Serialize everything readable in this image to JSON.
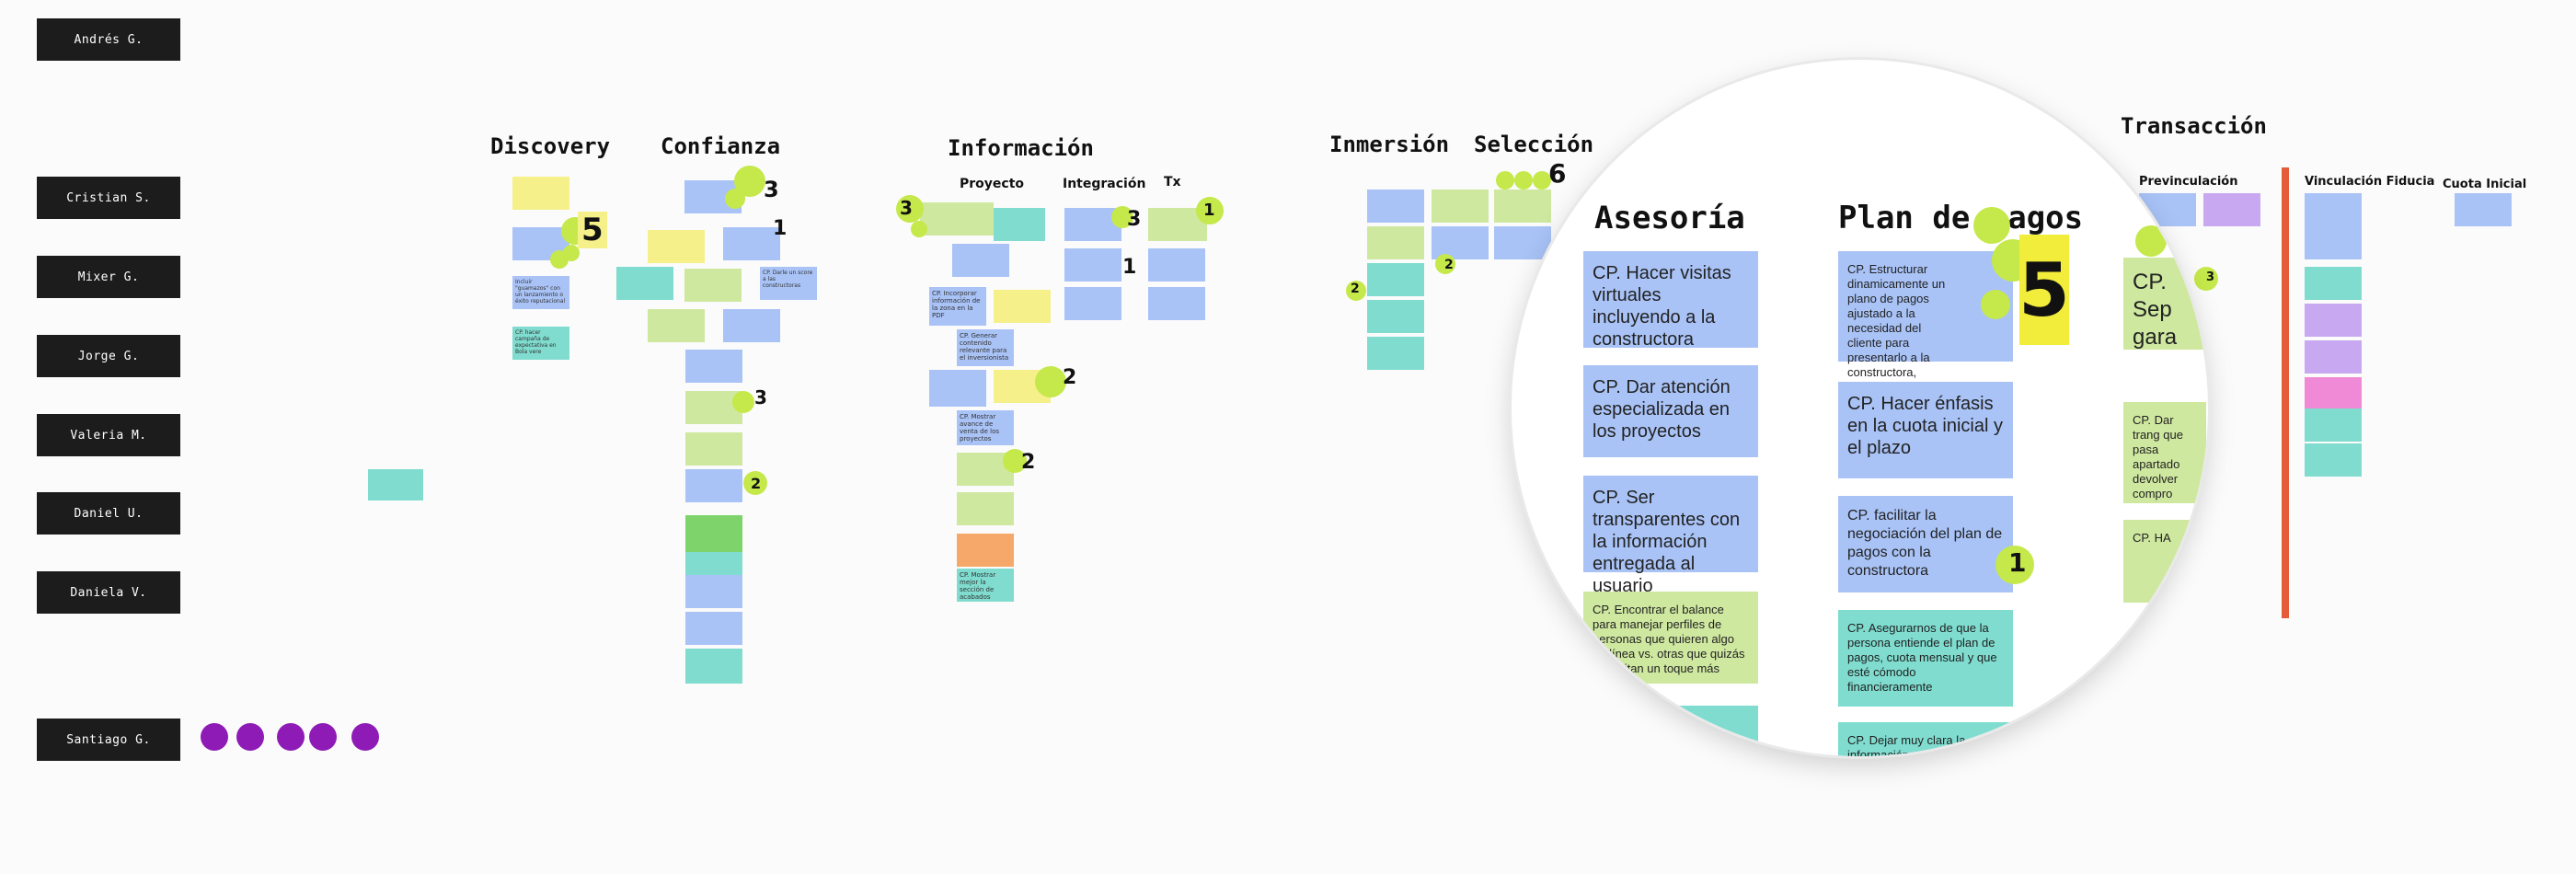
{
  "participants": [
    {
      "name": "Andrés G."
    },
    {
      "name": "Cristian S."
    },
    {
      "name": "Mixer G."
    },
    {
      "name": "Jorge G."
    },
    {
      "name": "Valeria M."
    },
    {
      "name": "Daniel U."
    },
    {
      "name": "Daniela V."
    },
    {
      "name": "Santiago G."
    }
  ],
  "stages": {
    "discovery": "Discovery",
    "confianza": "Confianza",
    "informacion": "Información",
    "inmersion": "Inmersión",
    "seleccion": "Selección",
    "transaccion": "Transacción"
  },
  "substages": {
    "proyecto": "Proyecto",
    "integracion": "Integración",
    "tx": "Tx",
    "previnculacion": "Previnculación",
    "vinculacion": "Vinculación Fiducia",
    "cuota": "Cuota Inicial"
  },
  "votes": {
    "discovery": "5",
    "confianza_a": "3",
    "confianza_b": "1",
    "confianza_c": "3",
    "confianza_d": "2",
    "info_a": "3",
    "info_b": "3",
    "info_c": "1",
    "info_d": "1",
    "info_e": "2",
    "info_f": "2",
    "inmersion": "2",
    "inmersion_b": "2",
    "seleccion": "6",
    "prev": "3"
  },
  "notes_readable": {
    "discovery_1": "Incluir \"guamazos\" con un lanzamiento o éxito reputacional",
    "discovery_2": "CP. hacer campaña de expectativa en Bola vere",
    "confianza_1": "CP. Darle un score a las constructoras",
    "info_1": "CP. Incorporar información de la zona en la PDF",
    "info_2": "CP. Generar contenido relevante para el inversionista",
    "info_3": "CP. Mostrar avance de venta de los proyectos",
    "info_4": "CP. Mostrar mejor la sección de acabados"
  },
  "lens": {
    "col1_title": "Asesoría",
    "col2_title": "Plan de pagos",
    "big_vote": "5",
    "small_vote": "1",
    "col1_notes": [
      "CP. Hacer visitas virtuales incluyendo a la constructora",
      "CP. Dar atención especializada en los proyectos",
      "CP. Ser transparentes con la información entregada al usuario",
      "CP. Encontrar el balance para manejar perfiles de personas que quieren algo en línea vs. otras que quizás necesitan un toque más personal"
    ],
    "col2_notes": [
      "CP. Estructurar dinamicamente un plano de pagos ajustado a la necesidad del cliente para presentarlo a la constructora, avalado por LH y con las condiciones de la constructora",
      "CP. Hacer énfasis en la cuota inicial y el plazo",
      "CP. facilitar la negociación del plan de pagos con la constructora",
      "CP. Asegurarnos de que la persona entiende el plan de pagos, cuota mensual y que esté cómodo financieramente",
      "CP. Dejar muy clara la información y documentos necesarios para poder cerrar. Mostrar todos los costos ocultos"
    ],
    "side_notes": [
      "CP. Sep gara",
      "CP. Dar trang que pasa apartado devolver compro",
      "CP. HA"
    ]
  },
  "colors": {
    "tag_bg": "#1c1c1c",
    "vote_dot": "#c5e84a",
    "purple": "#8e1bb5",
    "divider": "#e45a3b"
  }
}
